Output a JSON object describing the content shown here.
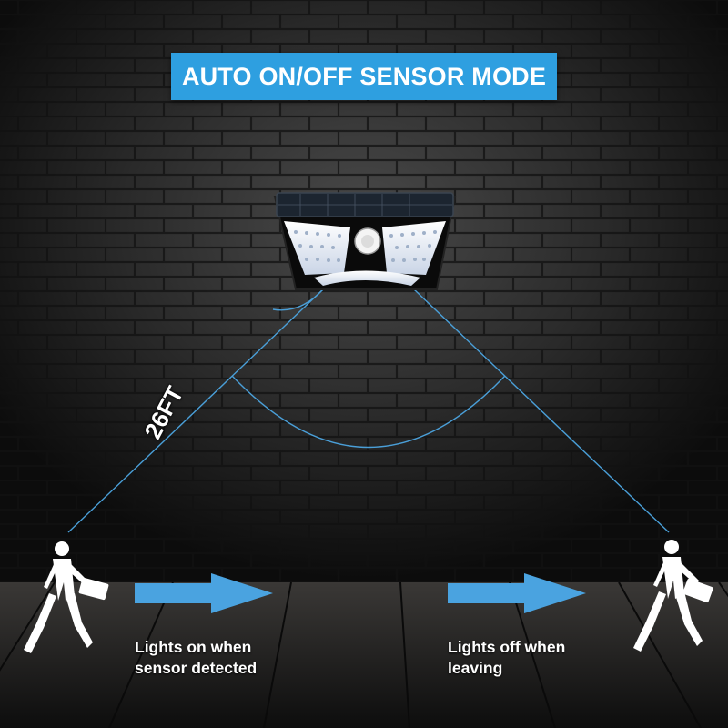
{
  "banner": {
    "title": "AUTO ON/OFF SENSOR MODE"
  },
  "distance_label": "26FT",
  "captions": {
    "left": {
      "line1": "Lights on when",
      "line2": "sensor detected"
    },
    "right": {
      "line1": "Lights off when",
      "line2": "leaving"
    }
  },
  "colors": {
    "accent_blue": "#2e9fe0",
    "detection_line": "#4a9fd8",
    "wall": "#2b2b2b",
    "floor": "#1e1e1e",
    "led": "#f2f6ff"
  },
  "icons": [
    "solar-light-device",
    "walking-person-icon",
    "right-arrow-icon",
    "detection-arc"
  ]
}
